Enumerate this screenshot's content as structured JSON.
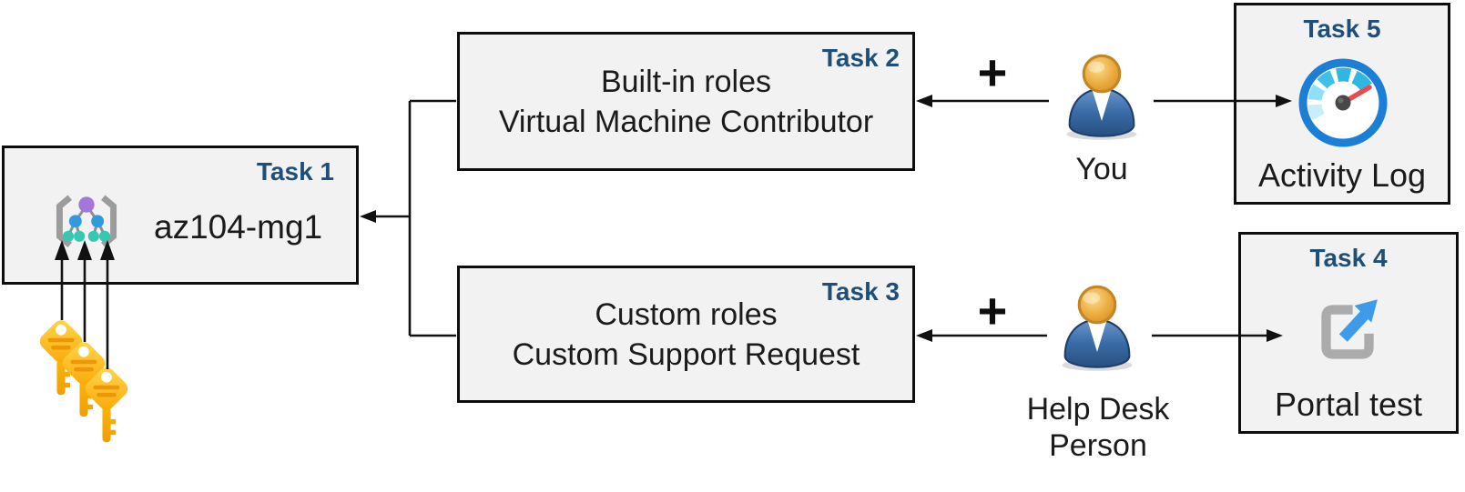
{
  "diagram": {
    "boxes": [
      {
        "title": "Task 1",
        "label": "az104-mg1",
        "icon": "management-group-icon"
      },
      {
        "title": "Task 2",
        "lines": [
          "Built-in roles",
          "Virtual Machine Contributor"
        ]
      },
      {
        "title": "Task 3",
        "lines": [
          "Custom roles",
          "Custom Support Request"
        ]
      },
      {
        "title": "Task 4",
        "label": "Portal test",
        "icon": "portal-external-link-icon"
      },
      {
        "title": "Task 5",
        "label": "Activity Log",
        "icon": "activity-log-gauge-icon"
      }
    ],
    "actors": [
      {
        "label": "You",
        "icon": "person-icon"
      },
      {
        "label": "Help Desk Person",
        "lines": [
          "Help Desk",
          "Person"
        ],
        "icon": "person-icon"
      }
    ],
    "operators": {
      "plus_top": "+",
      "plus_bottom": "+"
    },
    "decorations": {
      "keys_icon": "access-keys-icon",
      "key_count": 3
    },
    "colors": {
      "task_title": "#1F4E79",
      "box_fill": "#F2F2F2",
      "box_border": "#0D0D0D",
      "connector": "#111111",
      "key_gold": "#F9B50A",
      "person_body_blue": "#3A6BA6",
      "person_head_gold": "#ECAE43",
      "gauge_ring_blue": "#1B7FD6",
      "gauge_segment_cyan": "#2FB7E2",
      "gauge_needle_red": "#E84C4C",
      "portal_frame_gray": "#ABABAB",
      "portal_arrow_blue": "#3D9BEA",
      "mg_root_purple": "#A478D8",
      "mg_node_blue": "#2E9BE0",
      "mg_leaf_teal": "#38C7B0",
      "bracket_gray": "#9C9C9C"
    }
  }
}
